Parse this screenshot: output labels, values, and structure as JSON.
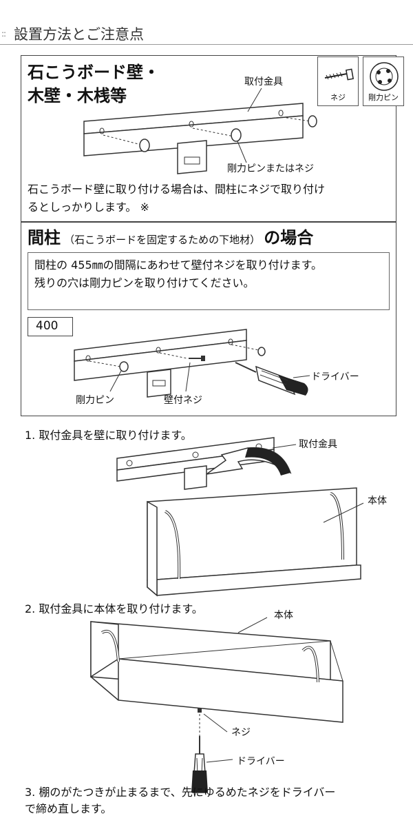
{
  "header": {
    "title": "設置方法とご注意点"
  },
  "section_top": {
    "title_line1": "石こうボード壁・",
    "title_line2": "木壁・木桟等",
    "callout_bracket": "取付金具",
    "callout_pin": "剛力ピンまたはネジ",
    "icon_screw_label": "ネジ",
    "icon_pin_label": "剛力ピン",
    "body_line1": "石こうボード壁に取り付ける場合は、間柱にネジで取り付け",
    "body_line2": "るとしっかりします。 ※"
  },
  "section_stud": {
    "title_main": "間柱",
    "title_sub": "（石こうボードを固定するための下地材）",
    "title_tail": "の場合",
    "note_line1": "間柱の 455㎜の間隔にあわせて壁付ネジを取り付けます。",
    "note_line2": "残りの穴は剛力ピンを取り付けてください。",
    "size_label": "400",
    "callout_driver": "ドライバー",
    "callout_pin": "剛力ピン",
    "callout_screw": "壁付ネジ"
  },
  "steps": {
    "step1": "1. 取付金具を壁に取り付けます。",
    "step1_callout_bracket": "取付金具",
    "step1_callout_body": "本体",
    "step2": "2. 取付金具に本体を取り付けます。",
    "step2_callout_body": "本体",
    "step2_callout_screw": "ネジ",
    "step2_callout_driver": "ドライバー",
    "step3_line1": "3. 棚のがたつきが止まるまで、先にゆるめたネジをドライバー",
    "step3_line2": "で締め直します。"
  }
}
